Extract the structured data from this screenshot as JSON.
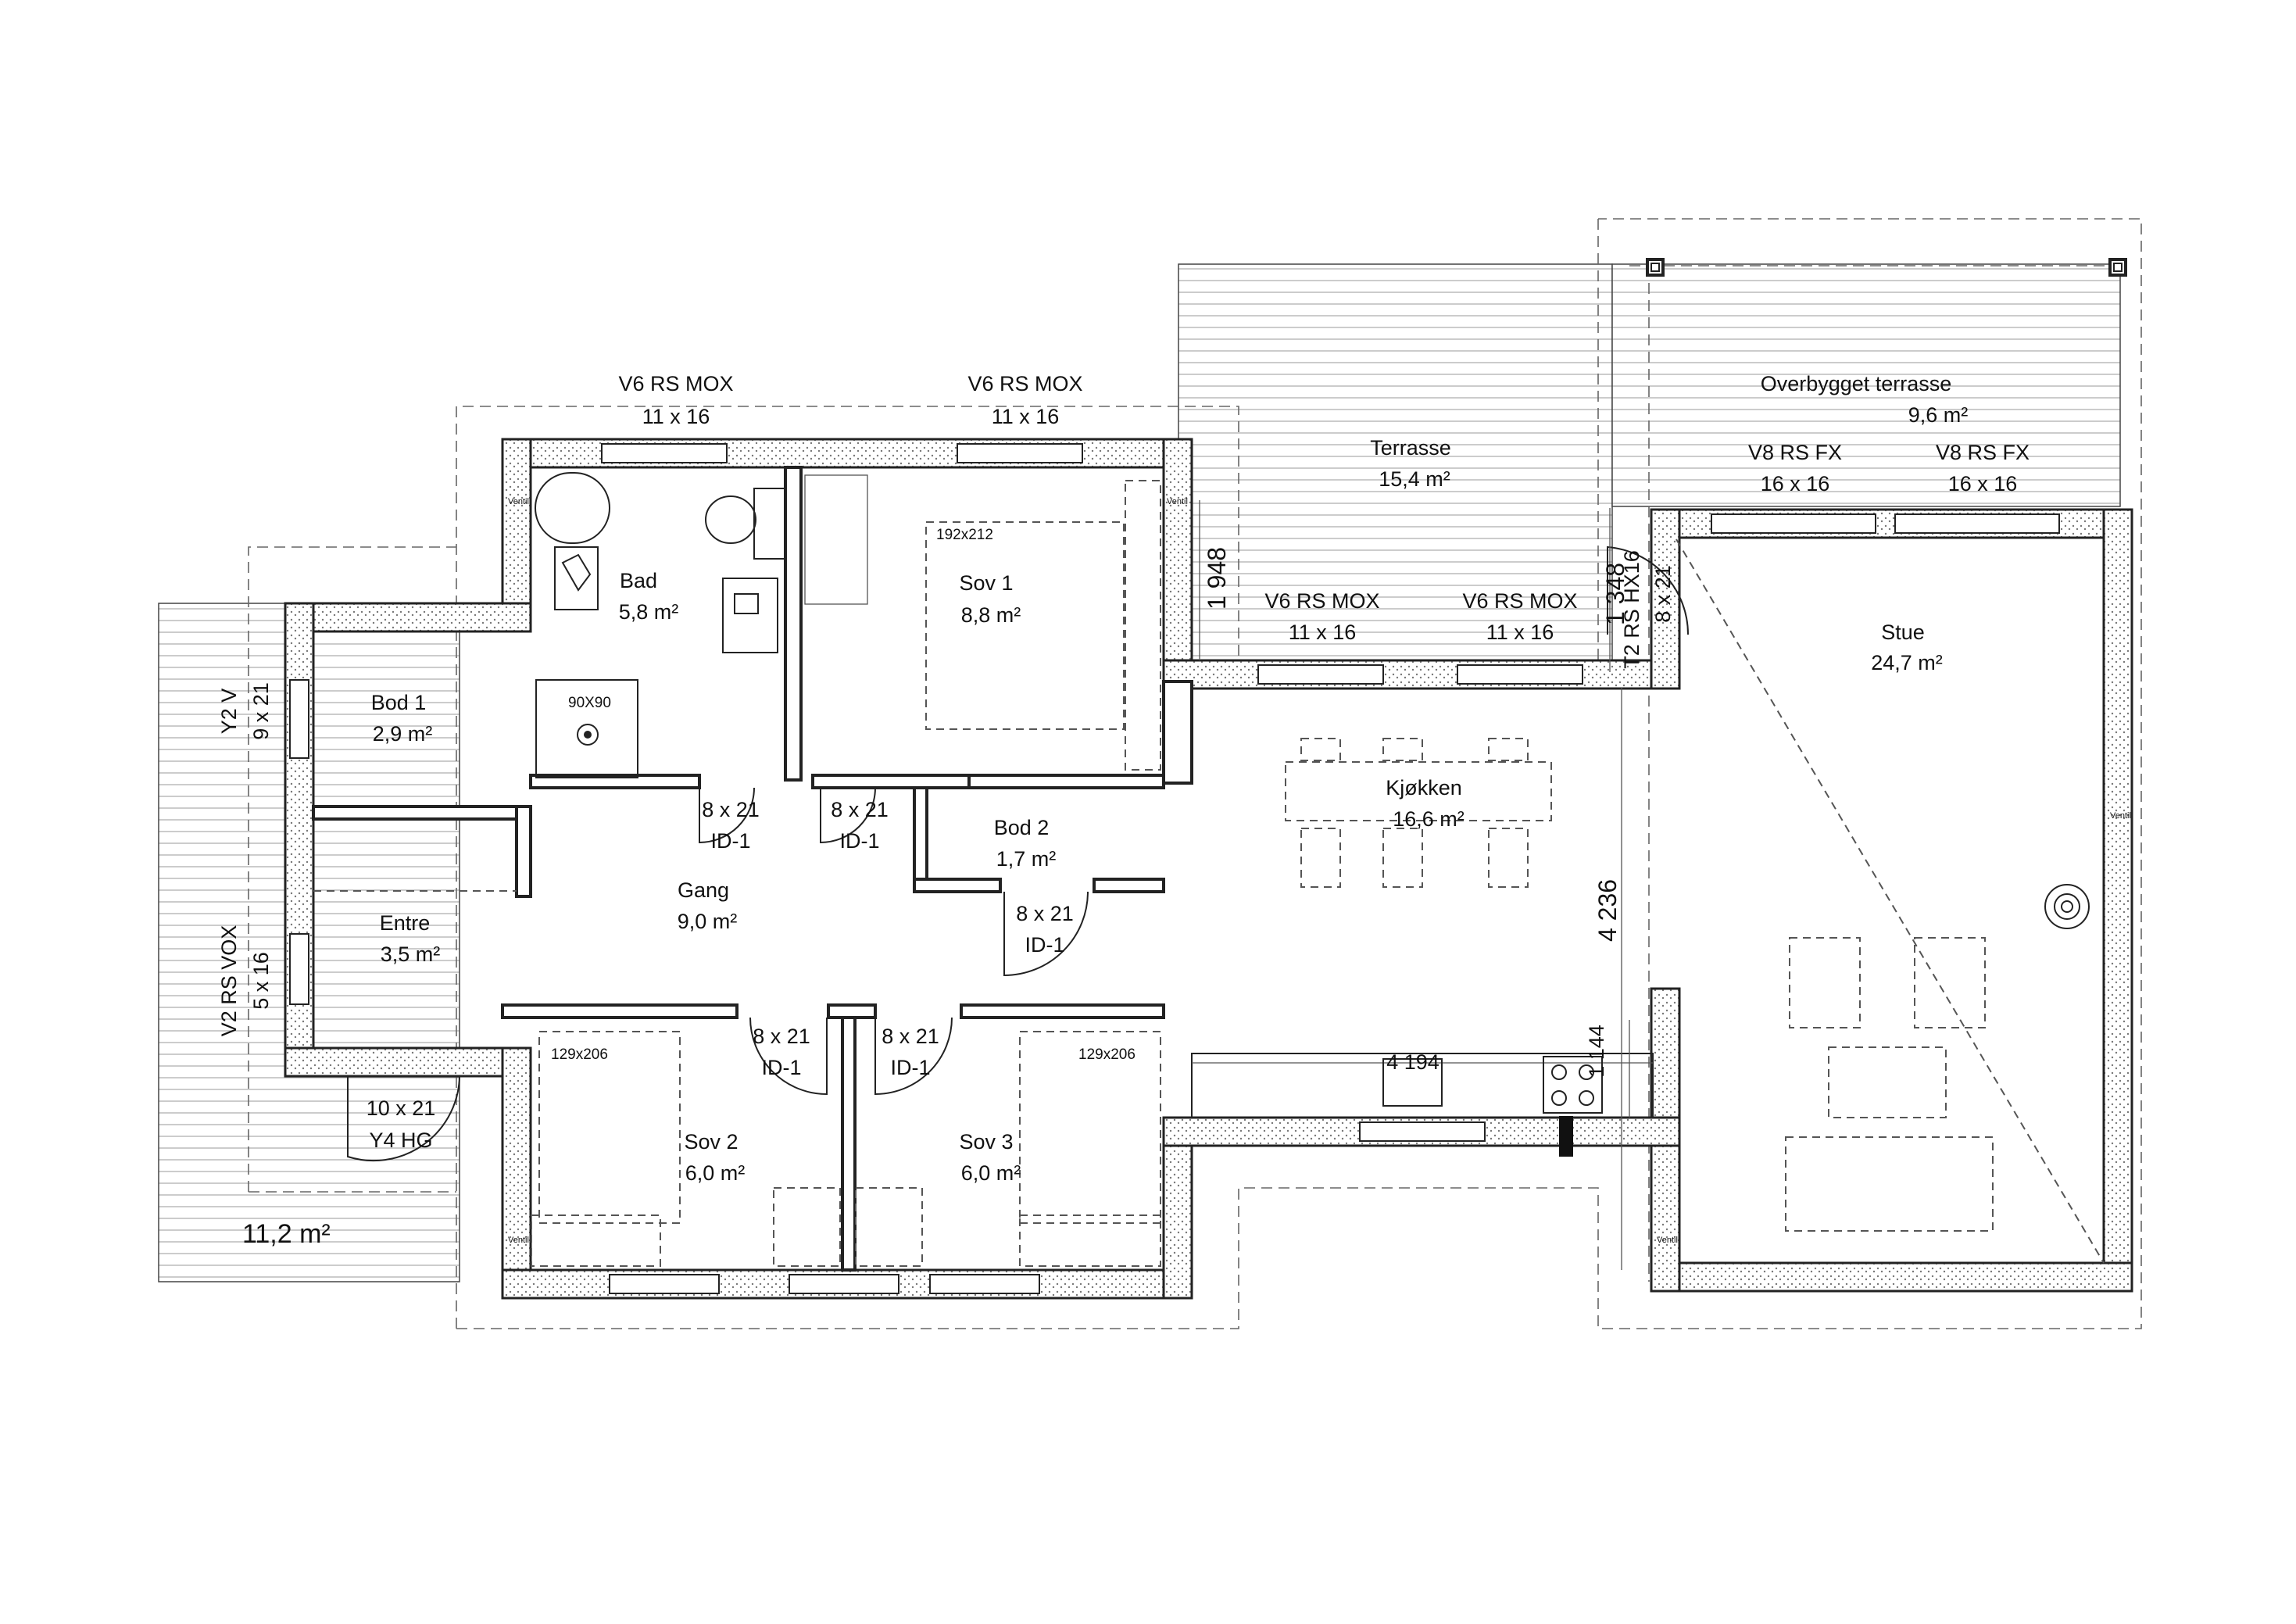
{
  "rooms": {
    "bad": {
      "name": "Bad",
      "area": "5,8 m²"
    },
    "sov1": {
      "name": "Sov 1",
      "area": "8,8 m²",
      "bed": "192x212"
    },
    "bod1": {
      "name": "Bod 1",
      "area": "2,9 m²"
    },
    "entre": {
      "name": "Entre",
      "area": "3,5 m²"
    },
    "gang": {
      "name": "Gang",
      "area": "9,0 m²"
    },
    "bod2": {
      "name": "Bod 2",
      "area": "1,7 m²"
    },
    "sov2": {
      "name": "Sov 2",
      "area": "6,0 m²",
      "bed": "129x206"
    },
    "sov3": {
      "name": "Sov 3",
      "area": "6,0 m²",
      "bed": "129x206"
    },
    "kjokken": {
      "name": "Kjøkken",
      "area": "16,6 m²"
    },
    "stue": {
      "name": "Stue",
      "area": "24,7 m²"
    },
    "terrasse": {
      "name": "Terrasse",
      "area": "15,4 m²"
    },
    "overbygget": {
      "name": "Overbygget terrasse",
      "area": "9,6 m²"
    },
    "deck_left": {
      "area": "11,2 m²"
    }
  },
  "windows": {
    "w_top1": {
      "type": "V6 RS MOX",
      "size": "11 x 16"
    },
    "w_top2": {
      "type": "V6 RS MOX",
      "size": "11 x 16"
    },
    "w_mid1": {
      "type": "V6 RS MOX",
      "size": "11 x 16"
    },
    "w_mid2": {
      "type": "V6 RS MOX",
      "size": "11 x 16"
    },
    "w_fx1": {
      "type": "V8 RS FX",
      "size": "16 x 16"
    },
    "w_fx2": {
      "type": "V8 RS FX",
      "size": "16 x 16"
    },
    "w_left_y2": {
      "type": "Y2 V",
      "size": "9 x 21"
    },
    "w_left_vox": {
      "type": "V2 RS VOX",
      "size": "5 x 16"
    },
    "w_t2": {
      "type": "T2 RS HX16",
      "size": "8 x 21"
    }
  },
  "doors": {
    "d_bad": {
      "size": "8 x 21",
      "type": "ID-1"
    },
    "d_sov1": {
      "size": "8 x 21",
      "type": "ID-1"
    },
    "d_bod2": {
      "size": "8 x 21",
      "type": "ID-1"
    },
    "d_sov2": {
      "size": "8 x 21",
      "type": "ID-1"
    },
    "d_sov3": {
      "size": "8 x 21",
      "type": "ID-1"
    },
    "d_entre": {
      "size": "10 x 21",
      "type": "Y4 HG"
    }
  },
  "dimensions": {
    "d1948": "1 948",
    "d1348": "1 348",
    "d4236": "4 236",
    "d1144": "1 144",
    "d4194": "4 194"
  },
  "fixtures": {
    "shower": "90X90",
    "ventil": "Ventil"
  }
}
